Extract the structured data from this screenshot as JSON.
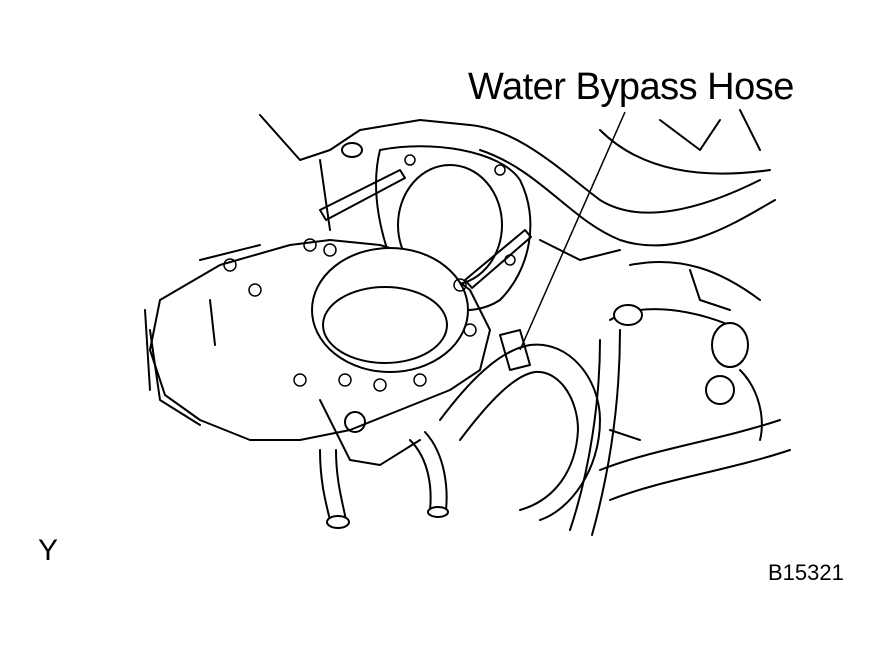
{
  "callout": {
    "text": "Water Bypass Hose"
  },
  "view_letter": "Y",
  "figure_code": "B15321",
  "colors": {
    "line": "#000000",
    "background": "#ffffff"
  }
}
